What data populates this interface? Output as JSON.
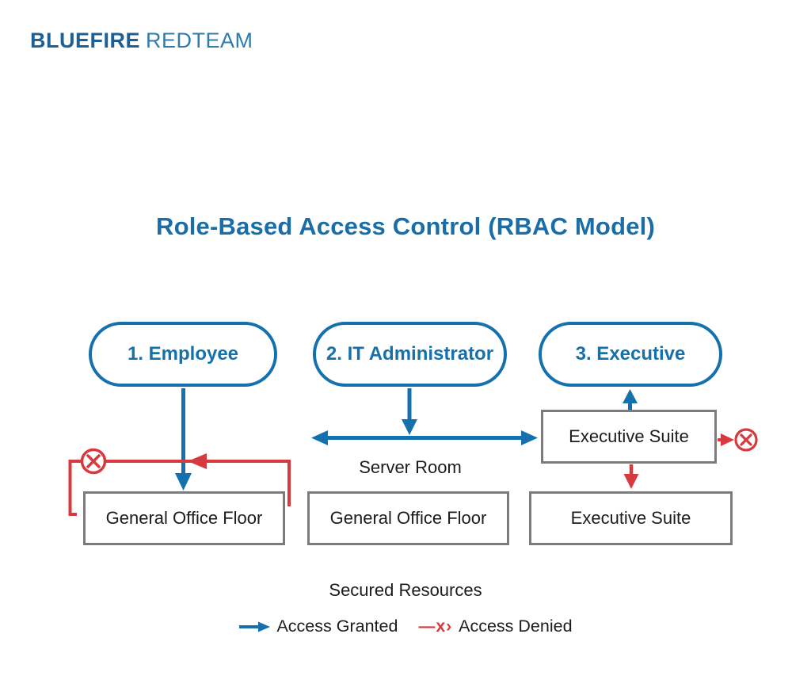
{
  "brand": {
    "part1": "BLUEFIRE",
    "part2": "REDTEAM"
  },
  "title": "Role-Based Access Control (RBAC Model)",
  "roles": [
    {
      "label": "1. Employee"
    },
    {
      "label": "2. IT Administrator"
    },
    {
      "label": "3. Executive"
    }
  ],
  "resources": {
    "executive_suite_upper": "Executive Suite",
    "row": [
      "General Office Floor",
      "General Office Floor",
      "Executive Suite"
    ],
    "server_room_label": "Server Room",
    "secured_resources_label": "Secured Resources"
  },
  "legend": {
    "granted_label": "Access Granted",
    "denied_label": "Access Denied",
    "denied_symbol": "—x›"
  },
  "colors": {
    "blue": "#1571ae",
    "red": "#d63a3e",
    "title_blue": "#1a6da7",
    "logo_dark": "#1d6096",
    "logo_light": "#2f7cab",
    "box_border": "#7b7b7b",
    "text": "#1c1c1c"
  }
}
